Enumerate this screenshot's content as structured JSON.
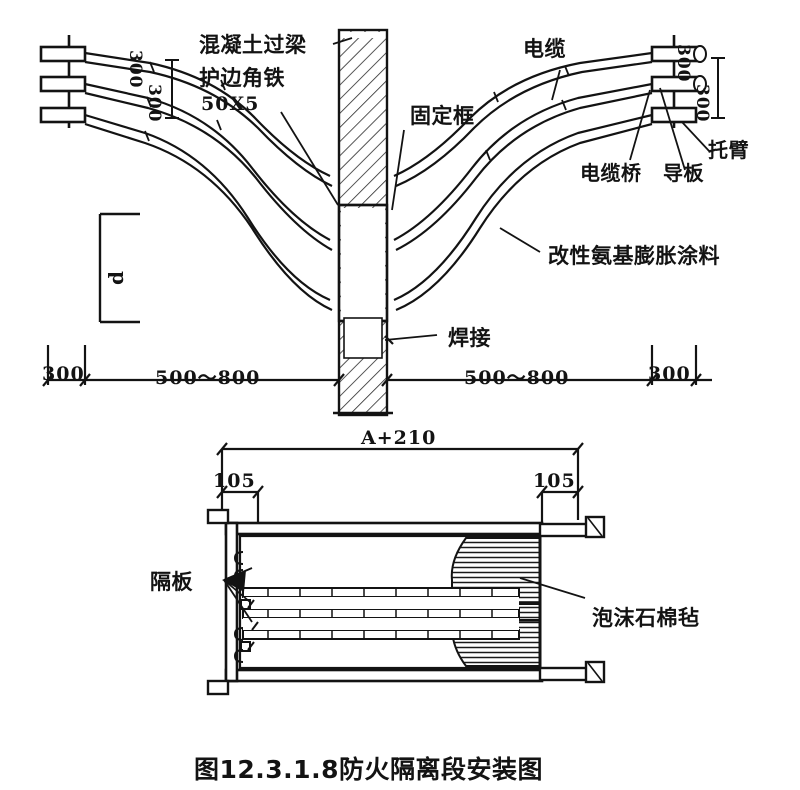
{
  "figure": {
    "caption": "图12.3.1.8防火隔离段安装图",
    "title": "防火隔离段安装图",
    "number": "图12.3.1.8"
  },
  "colors": {
    "ink": "#131313",
    "line": "#1a1a1a",
    "paper": "#ffffff",
    "hatch": "#2a2a2a"
  },
  "elevation_view": {
    "name": "防火隔离段立面图",
    "labels": {
      "concrete_lintel": "混凝土过梁",
      "edge_angle_iron": "护边角铁",
      "angle_spec": "50X5",
      "fixed_frame": "固定框",
      "cable": "电缆",
      "cable_bridge": "电缆桥",
      "guide_plate": "导板",
      "bracket_arm": "托臂",
      "intumescent_coating": "改性氨基膨胀涂料",
      "welding": "焊接"
    },
    "dimensions": {
      "left_edge": "300",
      "left_span": "500～800",
      "right_span": "500～800",
      "right_edge": "300",
      "left_vert_upper": "300",
      "left_vert_lower": "300",
      "right_vert_upper": "300",
      "right_vert_lower": "300",
      "sag_depth": "d"
    }
  },
  "plan_view": {
    "name": "防火隔离段平面图",
    "labels": {
      "partition_plate": "隔板",
      "foam_asbestos_felt": "泡沫石棉毡"
    },
    "dimensions": {
      "overall_width": "A+210",
      "left_offset": "105",
      "right_offset": "105"
    }
  }
}
